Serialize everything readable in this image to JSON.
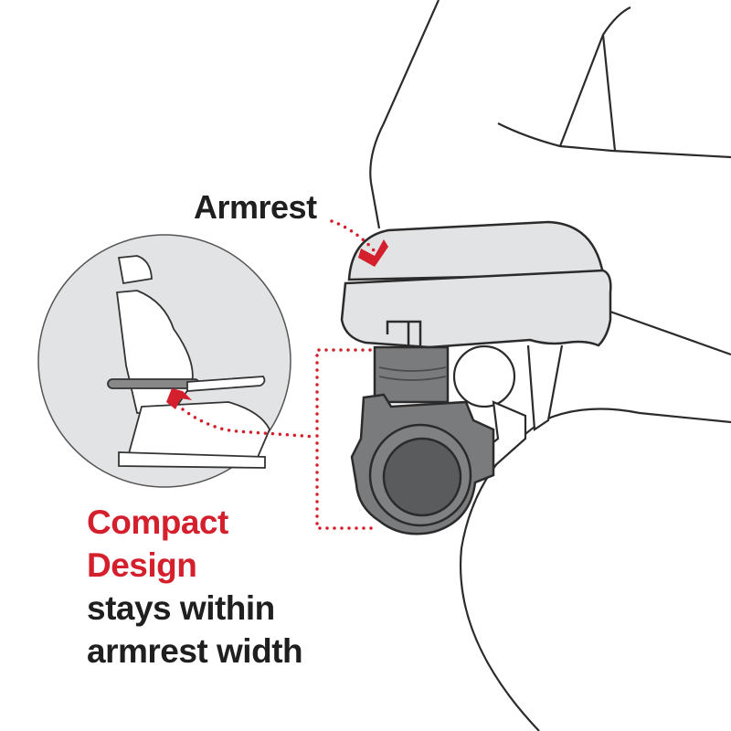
{
  "labels": {
    "armrest": "Armrest",
    "callout_line1": "Compact",
    "callout_line2": "Design",
    "callout_line3": "stays within",
    "callout_line4": "armrest width"
  },
  "colors": {
    "accent_red": "#d41f2d",
    "text_dark": "#1f1f1f",
    "outline": "#2b2b2b",
    "armrest_fill": "#e2e3e4",
    "inset_circle_fill": "#e2e3e4",
    "joystick_body": "#7a7b7d",
    "joystick_dark": "#5a5b5d"
  },
  "icons": {
    "armrest_pointer": "red-chevron-arrow",
    "inset_pointer": "red-up-arrow"
  }
}
